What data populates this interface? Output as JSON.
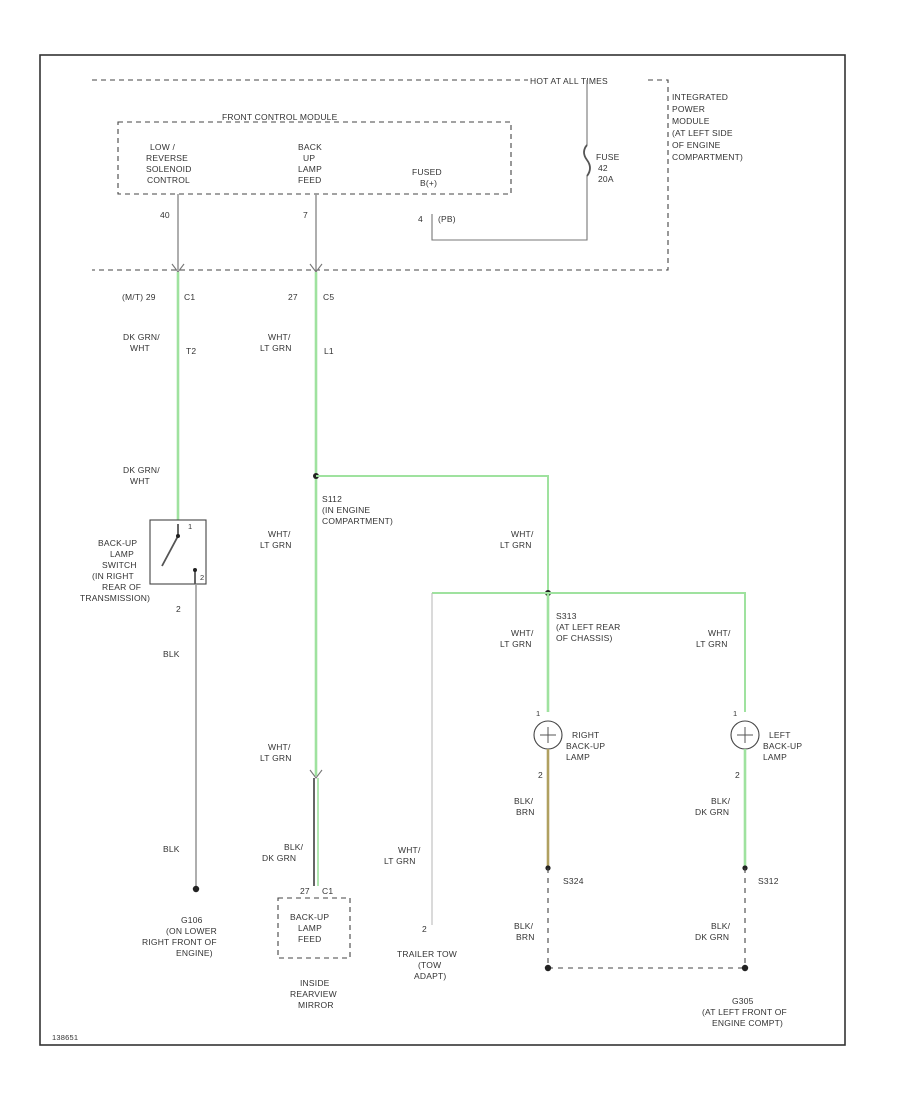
{
  "labels": {
    "hot_at_all_times": "HOT AT ALL TIMES",
    "ipm_1": "INTEGRATED",
    "ipm_2": "POWER",
    "ipm_3": "MODULE",
    "ipm_4": "(AT LEFT SIDE",
    "ipm_5": "OF ENGINE",
    "ipm_6": "COMPARTMENT)",
    "fcm": "FRONT CONTROL MODULE",
    "rev_1": "LOW /",
    "rev_2": "REVERSE",
    "rev_3": "SOLENOID",
    "rev_4": "CONTROL",
    "bul_1": "BACK",
    "bul_2": "UP",
    "bul_3": "LAMP",
    "bul_4": "FEED",
    "fused_1": "FUSED",
    "fused_2": "B(+)",
    "fuse_1": "FUSE",
    "fuse_2": "42",
    "fuse_3": "20A",
    "pin_40": "40",
    "pin_7": "7",
    "pin_4": "4",
    "c1_c2": "(PB)",
    "wire_a_top": "(M/T) 29",
    "conn_c1": "C1",
    "wire_b_top": "27",
    "conn_c5": "C5",
    "dkgrn_wht_1": "DK GRN/",
    "dkgrn_wht_2": "WHT",
    "conn_t2": "T2",
    "wht_ltgrn_1": "WHT/",
    "wht_ltgrn_2": "LT GRN",
    "conn_l1": "L1",
    "dkgrn_wht_b1": "DK GRN/",
    "dkgrn_wht_b2": "WHT",
    "sw_1": "BACK-UP",
    "sw_2": "LAMP",
    "sw_3": "SWITCH",
    "sw_4": "(IN RIGHT",
    "sw_5": "REAR OF",
    "sw_6": "TRANSMISSION)",
    "sw_pin1": "1",
    "sw_pin2": "2",
    "blk_1": "BLK",
    "blk_2": "BLK",
    "s112_1": "S112",
    "s112_2": "(IN ENGINE",
    "s112_3": "COMPARTMENT)",
    "wht_ltgrn_c1": "WHT/",
    "wht_ltgrn_c2": "LT GRN",
    "wht_ltgrn_d1": "WHT/",
    "wht_ltgrn_d2": "LT GRN",
    "s313_1": "S313",
    "s313_2": "(AT LEFT REAR",
    "s313_3": "OF CHASSIS)",
    "wht_ltgrn_e1": "WHT/",
    "wht_ltgrn_e2": "LT GRN",
    "wht_ltgrn_f1": "WHT/",
    "wht_ltgrn_f2": "LT GRN",
    "rbl_1": "RIGHT",
    "rbl_2": "BACK-UP",
    "rbl_3": "LAMP",
    "lbl_1": "LEFT",
    "lbl_2": "BACK-UP",
    "lbl_3": "LAMP",
    "lamp_pin1": "1",
    "lamp_pin2": "2",
    "lamp_pin3": "1",
    "lamp_pin4": "2",
    "wht_ltgrn_g1": "WHT/",
    "wht_ltgrn_g2": "LT GRN",
    "blkdkgrn_1": "BLK/",
    "blkdkgrn_2": "DK GRN",
    "mir_pin": "27",
    "mir_conn": "C1",
    "mir_1": "BACK-UP",
    "mir_2": "LAMP",
    "mir_3": "FEED",
    "mir_under_1": "INSIDE",
    "mir_under_2": "REARVIEW",
    "mir_under_3": "MIRROR",
    "wht_ltgrn_h1": "WHT/",
    "wht_ltgrn_h2": "LT GRN",
    "tt_pin": "2",
    "tt_1": "TRAILER TOW",
    "tt_2": "(TOW",
    "tt_3": "ADAPT)",
    "blk_brn_1": "BLK/",
    "blk_brn_2": "BRN",
    "blk_dkgrn_r1": "BLK/",
    "blk_dkgrn_r2": "DK GRN",
    "s324": "S324",
    "s312": "S312",
    "blk_brn_b1": "BLK/",
    "blk_brn_b2": "BRN",
    "blk_dkgrn_b1": "BLK/",
    "blk_dkgrn_b2": "DK GRN",
    "g106_1": "G106",
    "g106_2": "(ON LOWER",
    "g106_3": "RIGHT FRONT OF",
    "g106_4": "ENGINE)",
    "g305_1": "G305",
    "g305_2": "(AT LEFT FRONT OF",
    "g305_3": "ENGINE COMPT)",
    "footer_id": "138651"
  }
}
